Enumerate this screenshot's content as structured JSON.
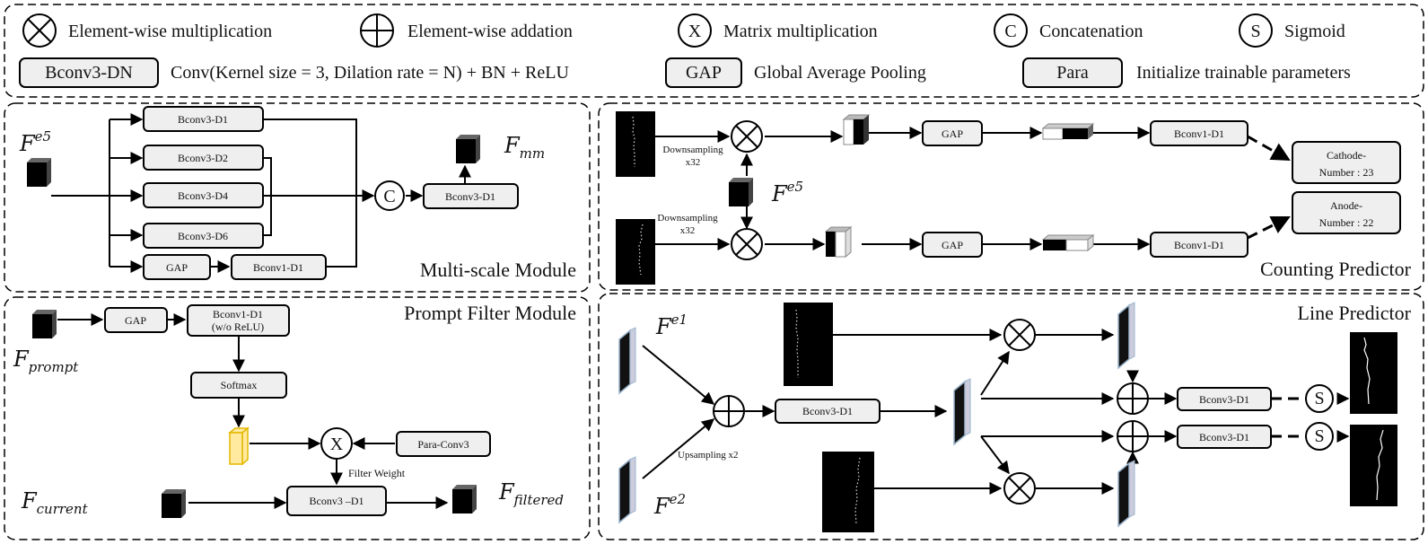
{
  "legend": {
    "mul": "Element-wise  multiplication",
    "add": "Element-wise  addation",
    "matmul_sym": "X",
    "matmul": "Matrix multiplication",
    "concat_sym": "C",
    "concat": "Concatenation",
    "sig_sym": "S",
    "sigmoid": "Sigmoid",
    "bconv_box": "Bconv3-DN",
    "bconv_desc": "Conv(Kernel size = 3,  Dilation rate = N)  + BN + ReLU",
    "gap_box": "GAP",
    "gap_desc": "Global Average Pooling",
    "para_box": "Para",
    "para_desc": "Initialize trainable parameters"
  },
  "multiscale": {
    "title": "Multi-scale Module",
    "input_base": "F",
    "input_sup": "e5",
    "output_base": "F",
    "output_sub": "mm",
    "b1": "Bconv3-D1",
    "b2": "Bconv3-D2",
    "b4": "Bconv3-D4",
    "b6": "Bconv3-D6",
    "gap": "GAP",
    "b1x1": "Bconv1-D1",
    "concat": "C",
    "out_conv": "Bconv3-D1"
  },
  "counting": {
    "title": "Counting Predictor",
    "down1a": "Downsampling",
    "down1b": "x32",
    "down2a": "Downsampling",
    "down2b": "x32",
    "fe5_base": "F",
    "fe5_sup": "e5",
    "gap1": "GAP",
    "gap2": "GAP",
    "conv1": "Bconv1-D1",
    "conv2": "Bconv1-D1",
    "cath_a": "Cathode-",
    "cath_b": "Number : 23",
    "anode_a": "Anode-",
    "anode_b": "Number : 22"
  },
  "prompt": {
    "title": "Prompt Filter Module",
    "fprompt_base": "F",
    "fprompt_sub": "prompt",
    "gap": "GAP",
    "conv_a": "Bconv1-D1",
    "conv_b": "(w/o ReLU)",
    "softmax": "Softmax",
    "mat_sym": "X",
    "para_conv": "Para-Conv3",
    "filter_weight": "Filter Weight",
    "fcur_base": "F",
    "fcur_sub": "current",
    "conv_final": "Bconv3 –D1",
    "ffil_base": "F",
    "ffil_sub": "filtered"
  },
  "line": {
    "title": "Line Predictor",
    "fe1_base": "F",
    "fe1_sup": "e1",
    "fe2_base": "F",
    "fe2_sup": "e2",
    "upsampling": "Upsampling x2",
    "conv_mid": "Bconv3-D1",
    "conv_top": "Bconv3-D1",
    "conv_bot": "Bconv3-D1",
    "sig_sym": "S"
  }
}
